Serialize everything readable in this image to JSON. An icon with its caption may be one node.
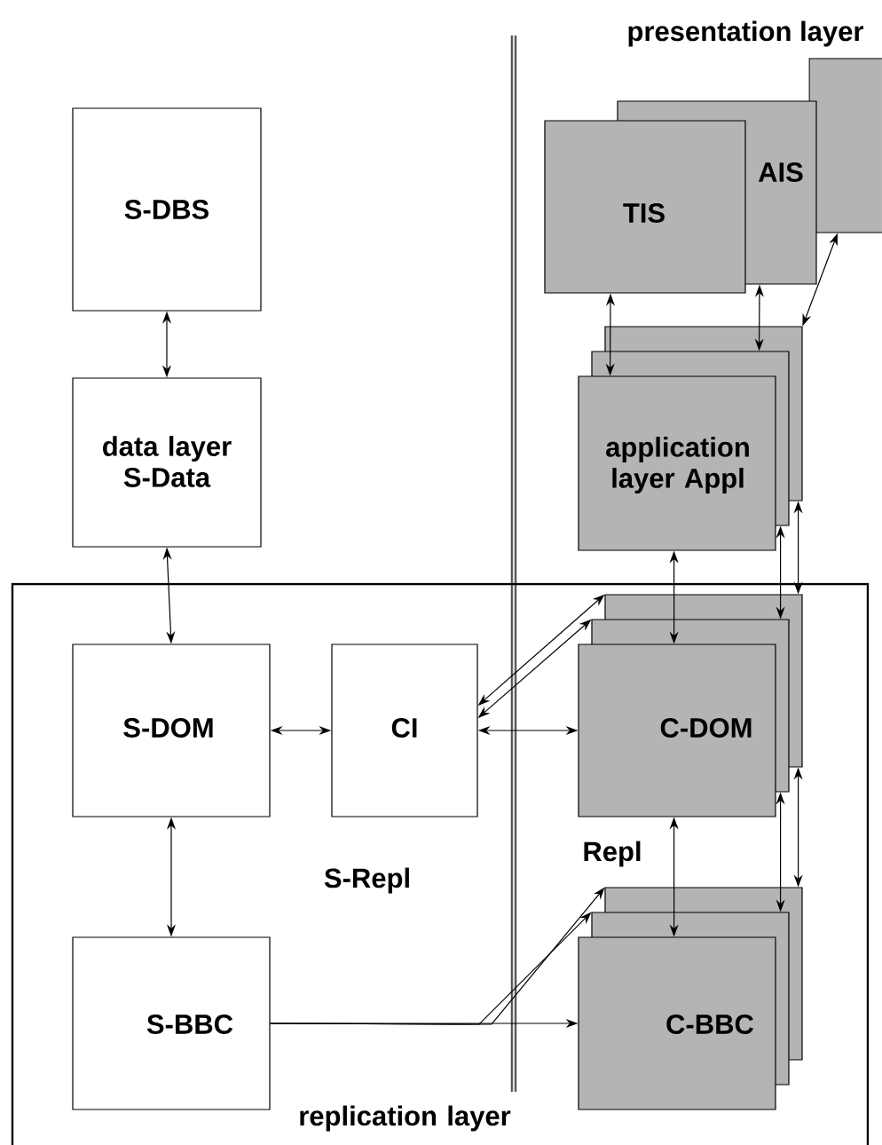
{
  "diagram": {
    "nodes": [
      {
        "text": [
          "S-DBS"
        ]
      },
      {
        "text": [
          "data layer S-Data"
        ]
      },
      {
        "text": [
          "replication layer"
        ]
      },
      {
        "text": [
          "S-DOM"
        ],
        "in": 2
      },
      {
        "text": [
          "CI"
        ],
        "in": 2
      },
      {
        "text": [
          "S-BBC"
        ],
        "in": 2
      },
      {
        "text": [
          "TIS"
        ]
      },
      {
        "text": [
          "AIS"
        ]
      },
      {
        "text": [],
        "shape": "box"
      },
      {
        "text": [
          "application layer Appl"
        ]
      },
      {
        "text": [
          "C-DOM"
        ],
        "in": 2
      },
      {
        "text": [
          "C-BBC"
        ],
        "in": 2
      }
    ],
    "edges": [
      {
        "from": 0,
        "to": 1,
        "arrow": "both"
      },
      {
        "from": 1,
        "to": 3,
        "arrow": "both"
      },
      {
        "from": 3,
        "to": 4,
        "arrow": "both"
      },
      {
        "from": 3,
        "to": 5,
        "arrow": "both"
      },
      {
        "from": 4,
        "to": 10,
        "arrow": "both"
      },
      {
        "from": 4,
        "to": 10,
        "arrow": "both"
      },
      {
        "from": 4,
        "to": 10,
        "arrow": "both"
      },
      {
        "from": 5,
        "to": 11,
        "arrow": "to"
      },
      {
        "from": 5,
        "to": 11,
        "arrow": "to"
      },
      {
        "from": 5,
        "to": 11,
        "arrow": "to"
      },
      {
        "from": 6,
        "to": 9,
        "arrow": "both"
      },
      {
        "from": 7,
        "to": 9,
        "arrow": "both"
      },
      {
        "from": 8,
        "to": 9,
        "arrow": "both"
      },
      {
        "from": 9,
        "to": 10,
        "arrow": "both"
      },
      {
        "from": 9,
        "to": 10,
        "arrow": "both"
      },
      {
        "from": 9,
        "to": 10,
        "arrow": "both"
      },
      {
        "from": 10,
        "to": 11,
        "arrow": "both"
      },
      {
        "from": 10,
        "to": 11,
        "arrow": "both"
      },
      {
        "from": 10,
        "to": 11,
        "arrow": "both"
      }
    ],
    "labels": [
      "presentation layer",
      "S-Repl",
      "Repl"
    ]
  }
}
